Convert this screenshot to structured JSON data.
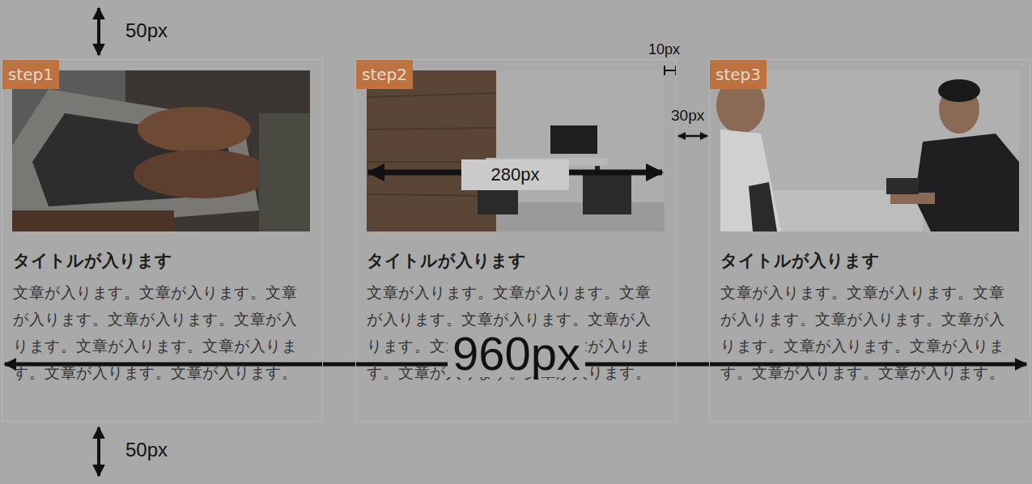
{
  "diagram": {
    "nodes": [
      {
        "text": [
          "タイトルが入ります",
          "文章が入ります。文章が入ります。文章が入ります。文章が入ります。文章が入ります。文章が入ります。文章が入ります。文章が入ります。文章が入ります。"
        ]
      },
      {
        "text": [
          "step1"
        ],
        "in": 0
      },
      {
        "text": [
          "タイトルが入ります",
          "文章が入ります。文章が入ります。文章が入ります。文章が入ります。文章が入ります。文章が入ります。文章が入ります。文章が入ります。文章が入ります。"
        ]
      },
      {
        "text": [
          "step2"
        ],
        "in": 2
      },
      {
        "text": [
          "タイトルが入ります",
          "文章が入ります。文章が入ります。文章が入ります。文章が入ります。文章が入ります。文章が入ります。文章が入ります。文章が入ります。文章が入ります。"
        ]
      },
      {
        "text": [
          "step3"
        ],
        "in": 4
      }
    ],
    "labels": [
      "50px",
      "10px",
      "30px",
      "280px",
      "960px",
      "50px"
    ]
  }
}
